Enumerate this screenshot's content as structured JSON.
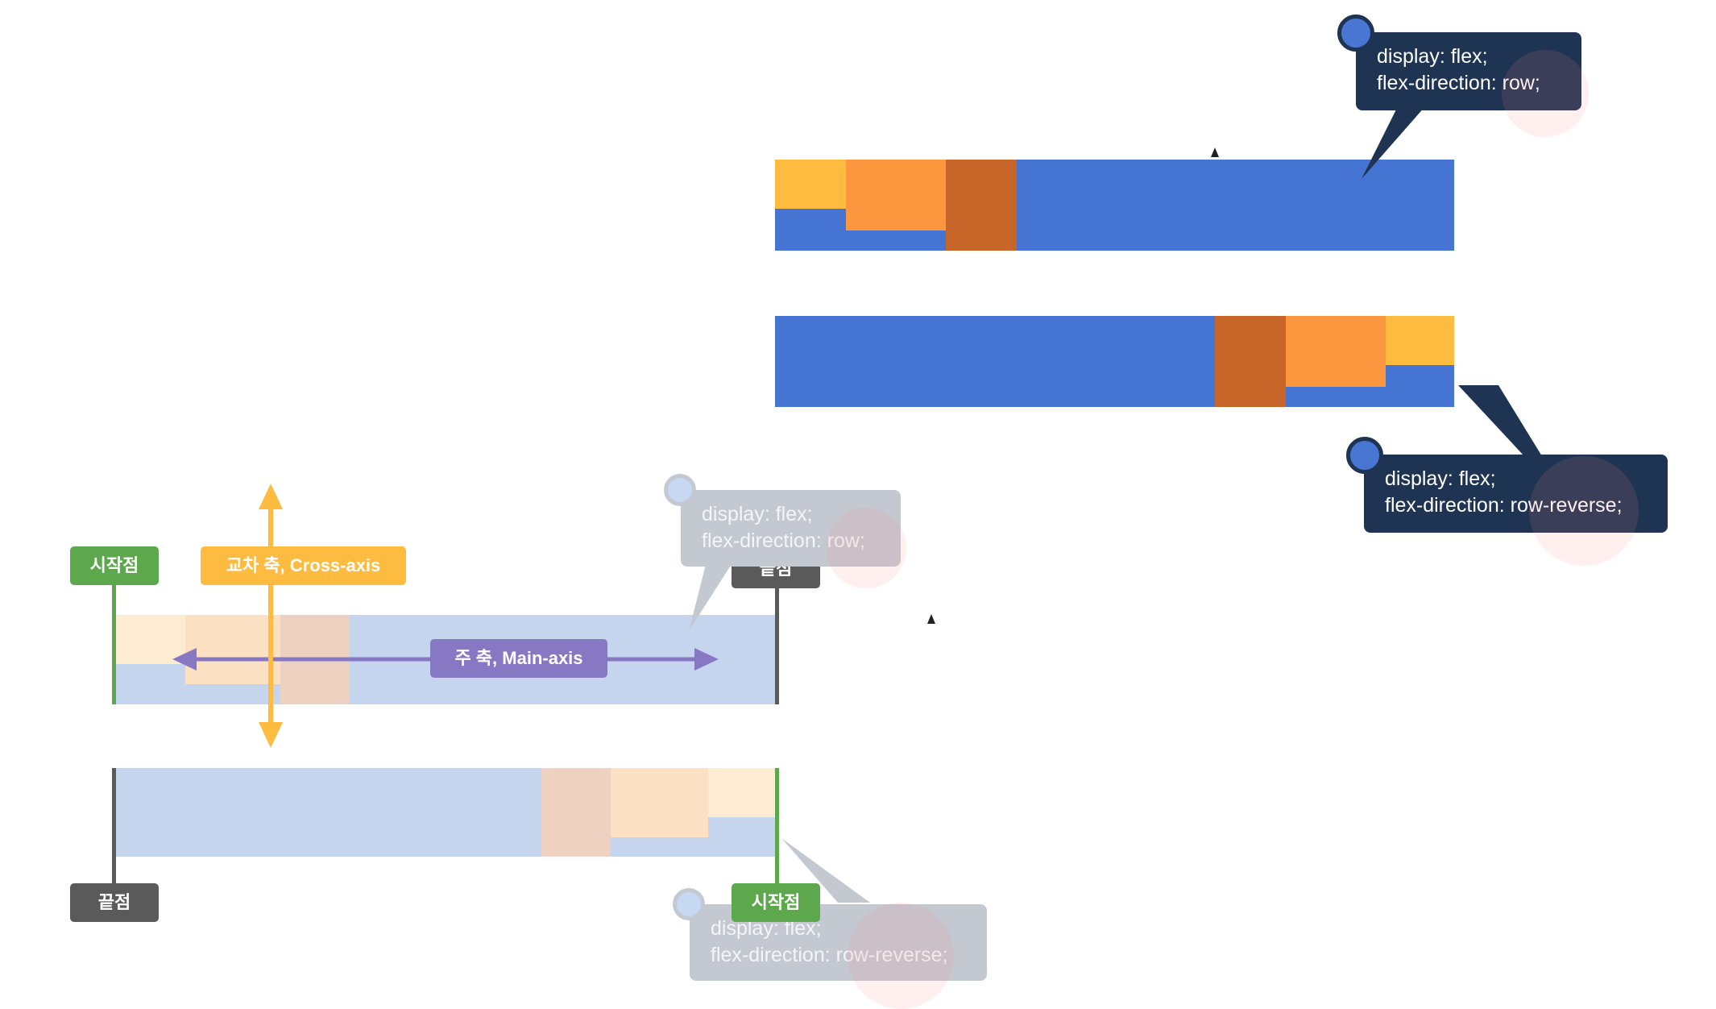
{
  "top_row": {
    "tooltip": {
      "line1": "display: flex;",
      "line2": "flex-direction: row;"
    }
  },
  "top_row_reverse": {
    "tooltip": {
      "line1": "display: flex;",
      "line2": "flex-direction: row-reverse;"
    }
  },
  "bottom_row": {
    "tooltip": {
      "line1": "display: flex;",
      "line2": "flex-direction: row;"
    },
    "start_label": "시작점",
    "end_label": "끝점"
  },
  "bottom_row_reverse": {
    "tooltip": {
      "line1": "display: flex;",
      "line2": "flex-direction: row-reverse;"
    },
    "start_label": "시작점",
    "end_label": "끝점"
  },
  "axes": {
    "cross_axis_label": "교차 축, Cross-axis",
    "main_axis_label": "주 축, Main-axis"
  },
  "colors": {
    "container_blue": "#4674d3",
    "item_yellow": "#fdbc3f",
    "item_orange": "#fc963f",
    "item_brown": "#c86528",
    "start_green": "#5da74d",
    "end_gray": "#5a5a5a",
    "cross_axis": "#fdbc3f",
    "main_axis": "#8678c2",
    "tooltip_bg": "#1e3452"
  }
}
